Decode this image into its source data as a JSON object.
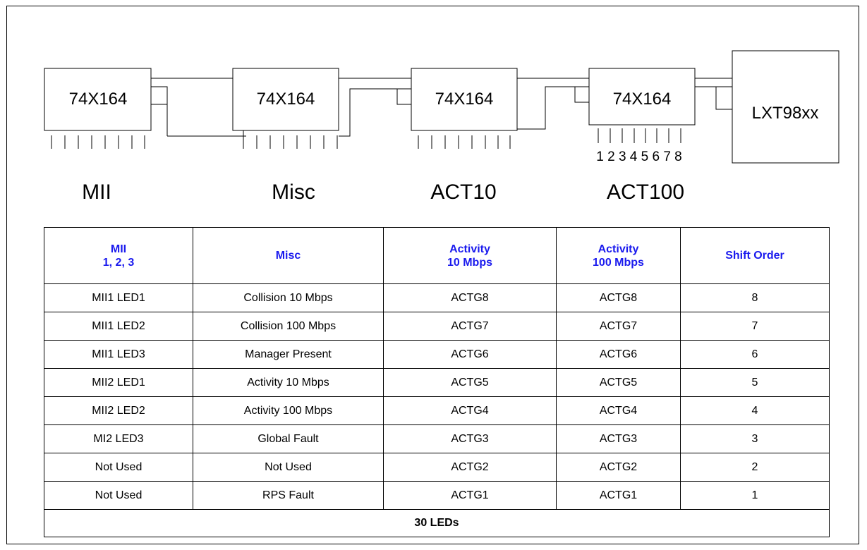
{
  "diagram": {
    "chips": [
      "74X164",
      "74X164",
      "74X164",
      "74X164"
    ],
    "controller": "LXT98xx",
    "pin_numbers": "1 2 3 4 5 6 7 8",
    "group_labels": [
      "MII",
      "Misc",
      "ACT10",
      "ACT100"
    ]
  },
  "table": {
    "headers": [
      {
        "line1": "MII",
        "line2": "1, 2, 3"
      },
      {
        "line1": "Misc",
        "line2": ""
      },
      {
        "line1": "Activity",
        "line2": "10 Mbps"
      },
      {
        "line1": "Activity",
        "line2": "100 Mbps"
      },
      {
        "line1": "Shift Order",
        "line2": ""
      }
    ],
    "rows": [
      [
        "MII1 LED1",
        "Collision 10 Mbps",
        "ACTG8",
        "ACTG8",
        "8"
      ],
      [
        "MII1 LED2",
        "Collision 100 Mbps",
        "ACTG7",
        "ACTG7",
        "7"
      ],
      [
        "MII1 LED3",
        "Manager Present",
        "ACTG6",
        "ACTG6",
        "6"
      ],
      [
        "MII2 LED1",
        "Activity 10 Mbps",
        "ACTG5",
        "ACTG5",
        "5"
      ],
      [
        "MII2 LED2",
        "Activity 100 Mbps",
        "ACTG4",
        "ACTG4",
        "4"
      ],
      [
        "MI2 LED3",
        "Global Fault",
        "ACTG3",
        "ACTG3",
        "3"
      ],
      [
        "Not Used",
        "Not Used",
        "ACTG2",
        "ACTG2",
        "2"
      ],
      [
        "Not Used",
        "RPS Fault",
        "ACTG1",
        "ACTG1",
        "1"
      ]
    ],
    "footer": "30 LEDs"
  }
}
